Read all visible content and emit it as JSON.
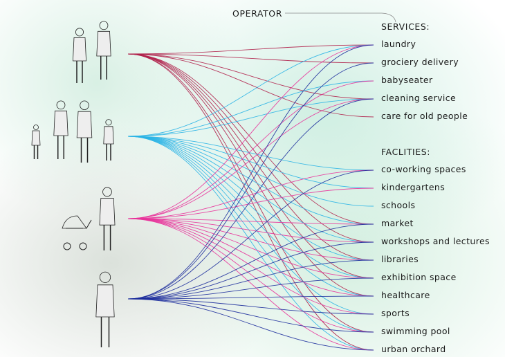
{
  "operator_label": "OPERATOR",
  "services_heading": "SERVICES:",
  "facilities_heading": "FACLITIES:",
  "services": [
    "laundry",
    "grociery delivery",
    "babyseater",
    "cleaning service",
    "care for old people"
  ],
  "facilities": [
    "co-working spaces",
    "kindergartens",
    "schools",
    "market",
    "workshops and lectures",
    "libraries",
    "exhibition space",
    "healthcare",
    "sports",
    "swimming pool",
    "urban orchard"
  ],
  "groups": [
    {
      "id": "elderly",
      "icon": "elderly-couple-icon",
      "color": "#b0204a",
      "links": [
        "laundry",
        "grociery delivery",
        "cleaning service",
        "care for old people",
        "market",
        "workshops and lectures",
        "libraries",
        "exhibition space",
        "healthcare",
        "swimming pool",
        "urban orchard"
      ]
    },
    {
      "id": "family",
      "icon": "family-icon",
      "color": "#2ab4e6",
      "links": [
        "laundry",
        "babyseater",
        "cleaning service",
        "co-working spaces",
        "kindergartens",
        "schools",
        "market",
        "workshops and lectures",
        "libraries",
        "exhibition space",
        "healthcare",
        "sports",
        "swimming pool",
        "urban orchard"
      ]
    },
    {
      "id": "parent",
      "icon": "parent-with-stroller-icon",
      "color": "#e8329a",
      "links": [
        "laundry",
        "babyseater",
        "cleaning service",
        "co-working spaces",
        "kindergartens",
        "market",
        "workshops and lectures",
        "libraries",
        "exhibition space",
        "healthcare",
        "sports",
        "swimming pool",
        "urban orchard"
      ]
    },
    {
      "id": "professional",
      "icon": "man-in-suit-icon",
      "color": "#1c2c9c",
      "links": [
        "laundry",
        "grociery delivery",
        "cleaning service",
        "co-working spaces",
        "market",
        "workshops and lectures",
        "libraries",
        "exhibition space",
        "healthcare",
        "sports",
        "swimming pool",
        "urban orchard"
      ]
    }
  ]
}
